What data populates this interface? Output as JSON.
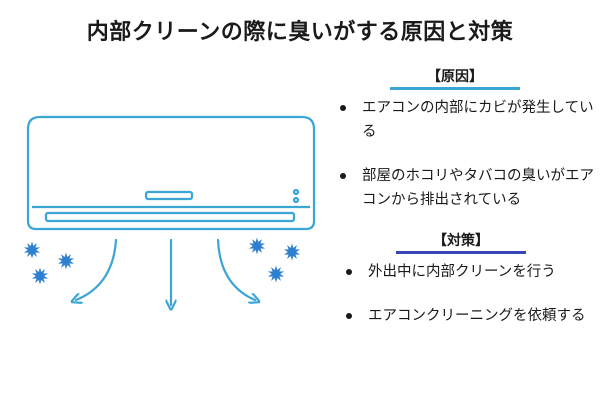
{
  "title": "内部クリーンの際に臭いがする原因と対策",
  "colors": {
    "aircon_outline": "#3aa6d6",
    "sparkle": "#2d7fd0",
    "cause_line": "#3aa6d6",
    "measure_line": "#3a46b8"
  },
  "icons": [
    "air-conditioner-icon",
    "airflow-arrow-icon",
    "mold-spore-icon"
  ],
  "causes": {
    "heading": "【原因】",
    "items": [
      "エアコンの内部にカビが発生している",
      "部屋のホコリやタバコの臭いがエアコンから排出されている"
    ]
  },
  "measures": {
    "heading": "【対策】",
    "items": [
      "外出中に内部クリーンを行う",
      "エアコンクリーニングを依頼する"
    ]
  }
}
